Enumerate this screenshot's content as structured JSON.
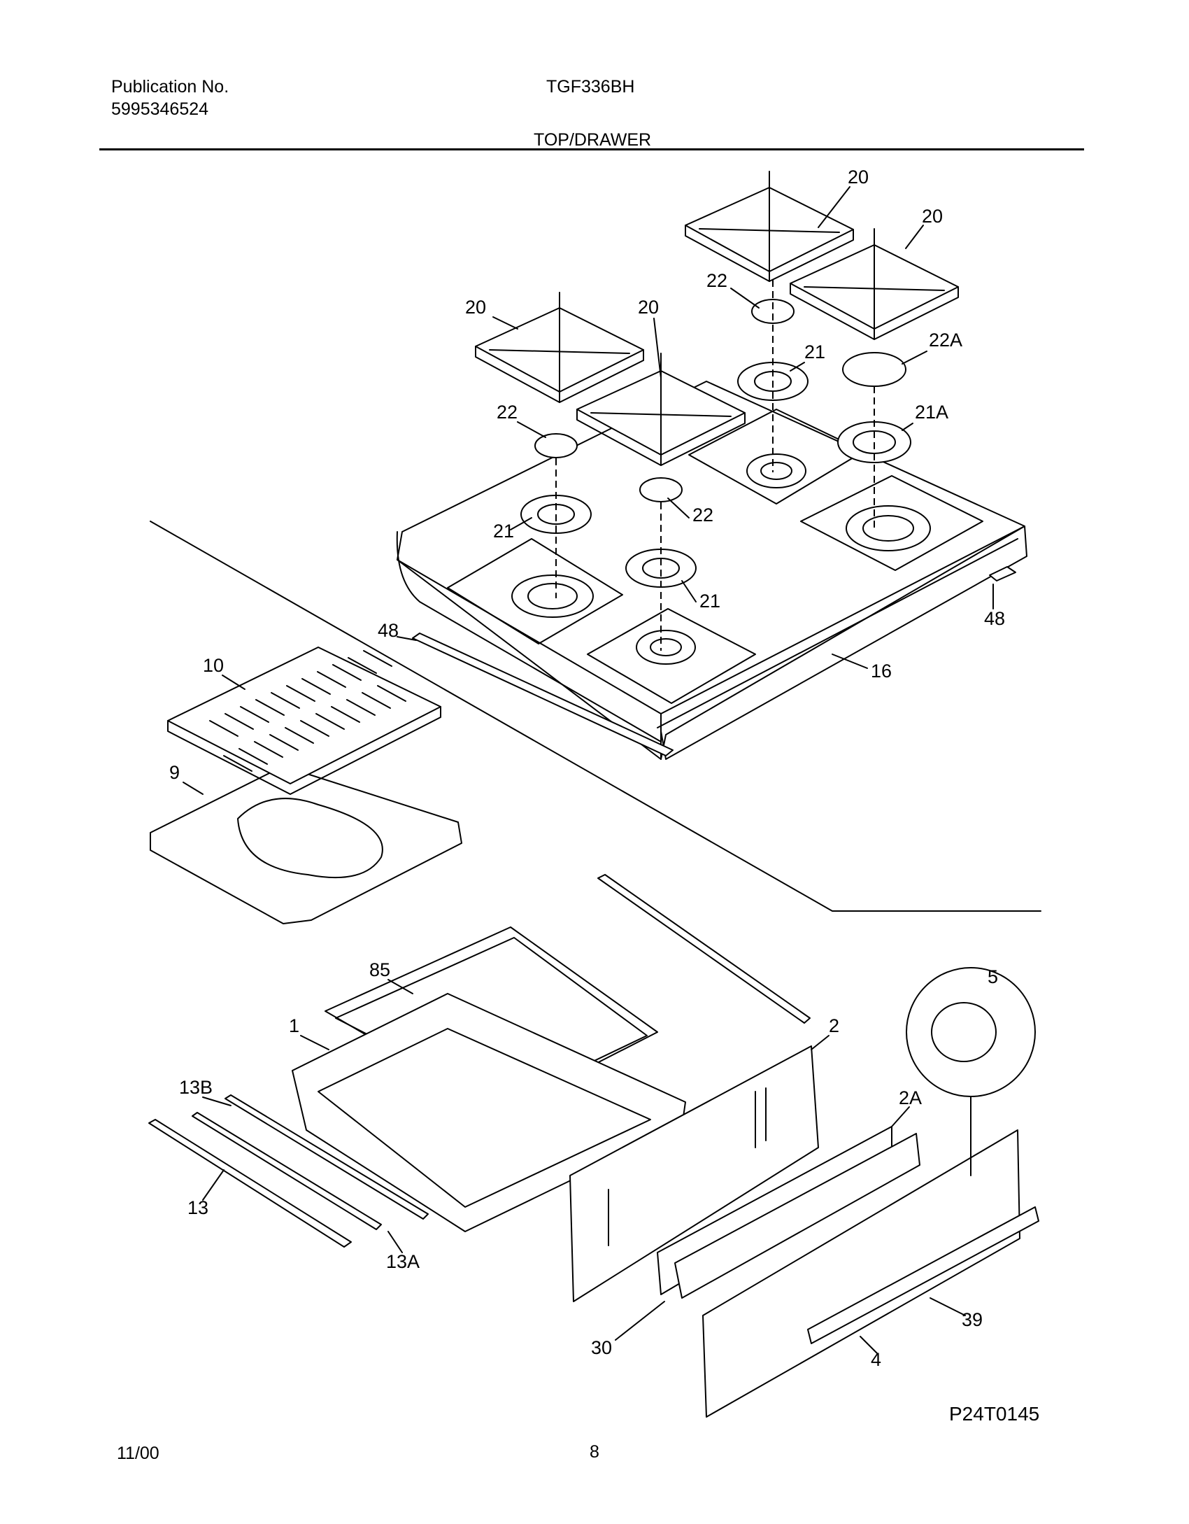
{
  "header": {
    "publication_label": "Publication No.",
    "publication_number": "5995346524",
    "model": "TGF336BH",
    "section_title": "TOP/DRAWER"
  },
  "footer": {
    "date": "11/00",
    "page_number": "8",
    "figure_code": "P24T0145"
  },
  "callouts": {
    "grate_a": "20",
    "grate_b": "20",
    "grate_c": "20",
    "grate_d": "20",
    "cap_a": "22",
    "cap_b": "22",
    "cap_c": "22",
    "cap_large": "22A",
    "head_a": "21",
    "head_b": "21",
    "head_c": "21",
    "head_large": "21A",
    "cooktop": "16",
    "trim_left": "48",
    "trim_right": "48",
    "broiler_grid": "10",
    "broiler_pan": "9",
    "rack": "85",
    "drawer_body": "1",
    "side_panel": "2",
    "slide_13": "13",
    "slide_13a": "13A",
    "slide_13b": "13B",
    "knob": "5",
    "front_2a": "2A",
    "front_30": "30",
    "front_39": "39",
    "front_4": "4"
  }
}
